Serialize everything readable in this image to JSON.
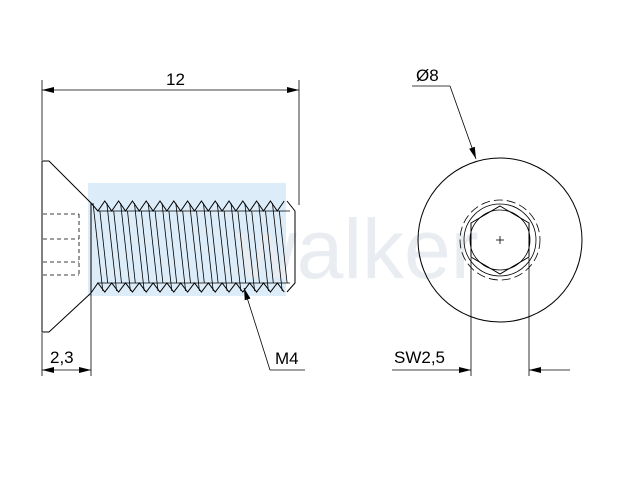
{
  "dimensions": {
    "length": "12",
    "head_height": "2,3",
    "thread": "M4",
    "head_diameter": "Ø8",
    "socket_size": "SW2,5"
  },
  "watermark": {
    "text": "walker",
    "color": "#e9ecf1",
    "band_color": "#dcecf9"
  },
  "colors": {
    "line": "#000000",
    "background": "#ffffff"
  }
}
